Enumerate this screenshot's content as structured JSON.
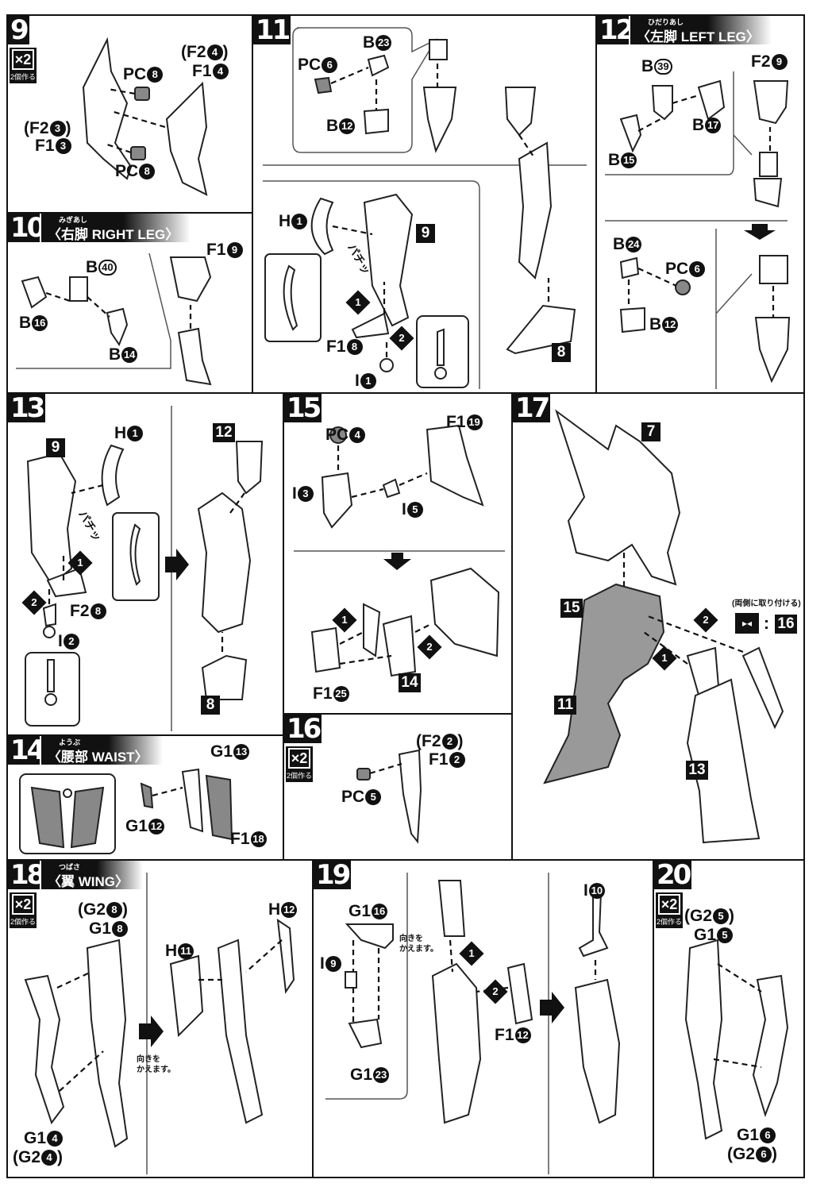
{
  "common": {
    "x2": "×2",
    "make2": "2個作る",
    "turn": "向きを\nかえます。"
  },
  "s9": {
    "no": "9",
    "labels": [
      {
        "p": "(F2",
        "n": "4",
        "s": ")"
      },
      {
        "p": "F1",
        "n": "4"
      },
      {
        "p": "PC",
        "n": "8"
      },
      {
        "p": "(F2",
        "n": "3",
        "s": ")"
      },
      {
        "p": "F1",
        "n": "3"
      },
      {
        "p": "PC",
        "n": "8"
      }
    ]
  },
  "s10": {
    "no": "10",
    "ruby": "みぎあし",
    "title": "〈右脚 RIGHT LEG〉",
    "labels": [
      {
        "p": "F1",
        "n": "9"
      },
      {
        "p": "B",
        "n": "40"
      },
      {
        "p": "B",
        "n": "16"
      },
      {
        "p": "B",
        "n": "14"
      }
    ]
  },
  "s11": {
    "no": "11",
    "labels": [
      {
        "p": "B",
        "n": "23"
      },
      {
        "p": "PC",
        "n": "6"
      },
      {
        "p": "B",
        "n": "12"
      },
      {
        "p": "H",
        "n": "1"
      },
      {
        "p": "F1",
        "n": "8"
      },
      {
        "p": "I",
        "n": "1"
      }
    ],
    "refs": [
      "9",
      "8"
    ],
    "marks": [
      "1",
      "2"
    ],
    "snap": "パチッ"
  },
  "s12": {
    "no": "12",
    "ruby": "ひだりあし",
    "title": "〈左脚 LEFT LEG〉",
    "labels": [
      {
        "p": "B",
        "n": "39"
      },
      {
        "p": "F2",
        "n": "9"
      },
      {
        "p": "B",
        "n": "17"
      },
      {
        "p": "B",
        "n": "15"
      },
      {
        "p": "B",
        "n": "24"
      },
      {
        "p": "PC",
        "n": "6"
      },
      {
        "p": "B",
        "n": "12"
      }
    ]
  },
  "s13": {
    "no": "13",
    "labels": [
      {
        "p": "H",
        "n": "1"
      },
      {
        "p": "F2",
        "n": "8"
      },
      {
        "p": "I",
        "n": "2"
      }
    ],
    "refs": [
      "9",
      "12",
      "8"
    ],
    "marks": [
      "1",
      "2"
    ],
    "snap": "パチッ"
  },
  "s14": {
    "no": "14",
    "ruby": "ようぶ",
    "title": "〈腰部 WAIST〉",
    "labels": [
      {
        "p": "G1",
        "n": "13"
      },
      {
        "p": "G1",
        "n": "12"
      },
      {
        "p": "F1",
        "n": "18"
      }
    ]
  },
  "s15": {
    "no": "15",
    "labels": [
      {
        "p": "PC",
        "n": "4"
      },
      {
        "p": "F1",
        "n": "19"
      },
      {
        "p": "I",
        "n": "3"
      },
      {
        "p": "I",
        "n": "5"
      },
      {
        "p": "F1",
        "n": "25"
      }
    ],
    "refs": [
      "14"
    ],
    "marks": [
      "1",
      "2"
    ]
  },
  "s16": {
    "no": "16",
    "labels": [
      {
        "p": "(F2",
        "n": "2",
        "s": ")"
      },
      {
        "p": "F1",
        "n": "2"
      },
      {
        "p": "PC",
        "n": "5"
      }
    ]
  },
  "s17": {
    "no": "17",
    "refs": [
      "7",
      "15",
      "11",
      "13",
      "16"
    ],
    "marks": [
      "2",
      "1"
    ],
    "note": "(両側に取り付ける)",
    "colon": ":"
  },
  "s18": {
    "no": "18",
    "ruby": "つばさ",
    "title": "〈翼 WING〉",
    "labels": [
      {
        "p": "(G2",
        "n": "8",
        "s": ")"
      },
      {
        "p": "G1",
        "n": "8"
      },
      {
        "p": "H",
        "n": "12"
      },
      {
        "p": "H",
        "n": "11"
      },
      {
        "p": "G1",
        "n": "4"
      },
      {
        "p": "(G2",
        "n": "4",
        "s": ")"
      }
    ]
  },
  "s19": {
    "no": "19",
    "labels": [
      {
        "p": "G1",
        "n": "16"
      },
      {
        "p": "I",
        "n": "9"
      },
      {
        "p": "F1",
        "n": "12"
      },
      {
        "p": "G1",
        "n": "23"
      },
      {
        "p": "I",
        "n": "10"
      }
    ],
    "marks": [
      "1",
      "2"
    ]
  },
  "s20": {
    "no": "20",
    "labels": [
      {
        "p": "(G2",
        "n": "5",
        "s": ")"
      },
      {
        "p": "G1",
        "n": "5"
      },
      {
        "p": "G1",
        "n": "6"
      },
      {
        "p": "(G2",
        "n": "6",
        "s": ")"
      }
    ]
  }
}
